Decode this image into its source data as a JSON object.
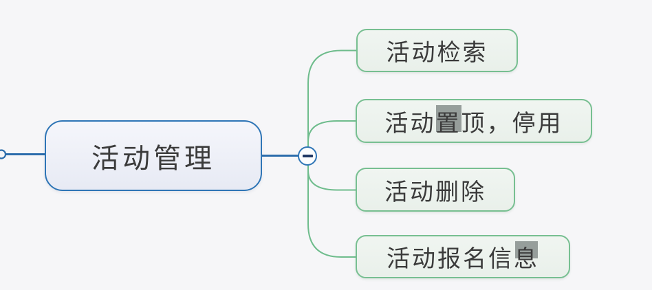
{
  "canvas": {
    "background_color": "#f6f6f8"
  },
  "mindmap": {
    "root": {
      "label": "活动管理",
      "border_color": "#2e75b6",
      "text_color": "#3b3b3b"
    },
    "collapse_button": {
      "symbol": "−",
      "state": "expanded",
      "border_color": "#2e75b6",
      "minus_color": "#203864"
    },
    "children": [
      {
        "label": "活动检索"
      },
      {
        "label": "活动置顶，停用",
        "parts": [
          {
            "text": "活动",
            "highlighted": false
          },
          {
            "text": "置",
            "highlighted": true
          },
          {
            "text": "顶，停用",
            "highlighted": false
          }
        ]
      },
      {
        "label": "活动删除"
      },
      {
        "label": "活动报名信息",
        "parts": [
          {
            "text": "活动报名信",
            "highlighted": false
          },
          {
            "text": "息",
            "highlighted": true
          }
        ]
      }
    ],
    "branch_color": "#6ebc8c",
    "trunk_color": "#2b6cab",
    "child_border_color": "#77bf91"
  }
}
